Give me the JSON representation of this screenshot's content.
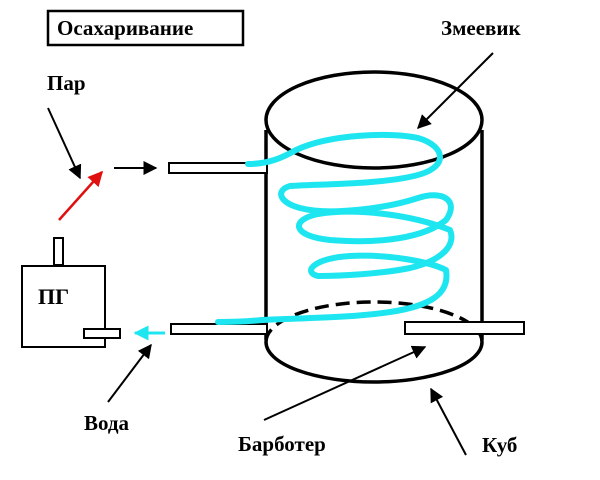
{
  "title": "Осахаривание",
  "labels": {
    "steam": "Пар",
    "coil": "Змеевик",
    "generator": "ПГ",
    "water": "Вода",
    "sparger": "Барботер",
    "vessel": "Куб"
  },
  "colors": {
    "coil": "#1ee6f0",
    "steam_arrow": "#e01010",
    "line": "#000000"
  }
}
